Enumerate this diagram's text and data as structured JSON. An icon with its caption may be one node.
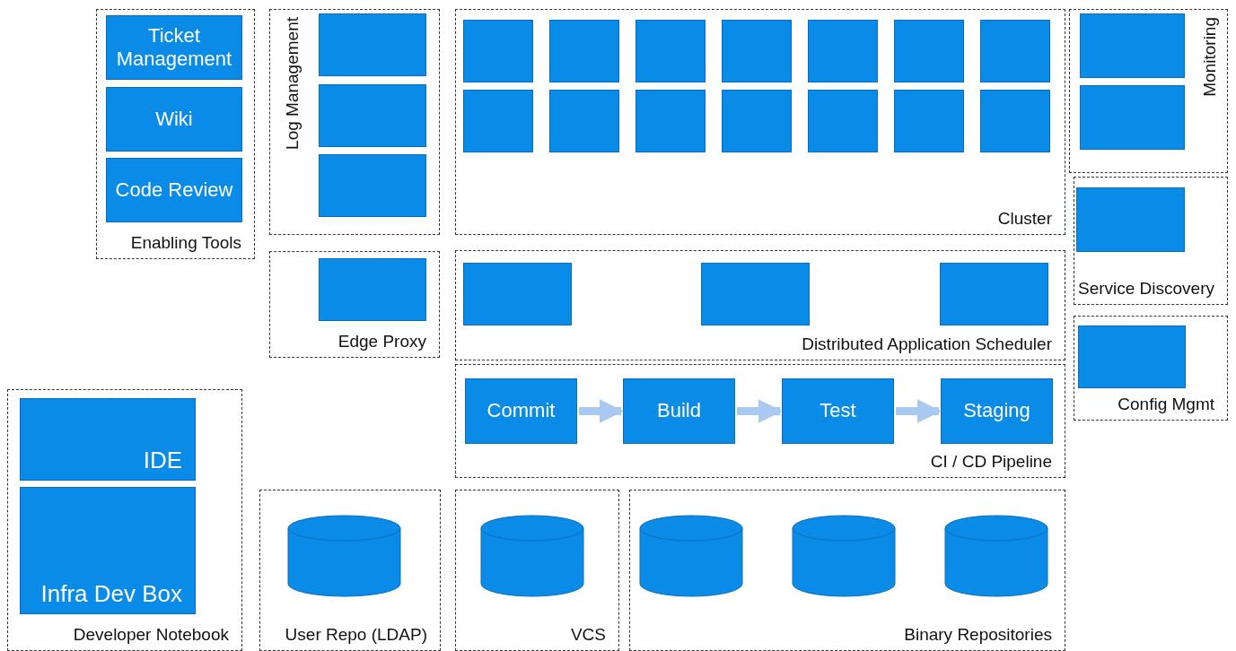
{
  "diagram": {
    "nodes": [
      {
        "text": [
          "Enabling Tools"
        ]
      },
      {
        "text": [
          "Ticket Management"
        ],
        "in": 0
      },
      {
        "text": [
          "Wiki"
        ],
        "in": 0
      },
      {
        "text": [
          "Code Review"
        ],
        "in": 0
      },
      {
        "text": [
          "Log Management"
        ]
      },
      {
        "text": [],
        "shape": "box",
        "in": 4
      },
      {
        "text": [],
        "shape": "box",
        "in": 4
      },
      {
        "text": [],
        "shape": "box",
        "in": 4
      },
      {
        "text": [
          "Cluster"
        ]
      },
      {
        "text": [],
        "shape": "box",
        "in": 8
      },
      {
        "text": [],
        "shape": "box",
        "in": 8
      },
      {
        "text": [],
        "shape": "box",
        "in": 8
      },
      {
        "text": [],
        "shape": "box",
        "in": 8
      },
      {
        "text": [],
        "shape": "box",
        "in": 8
      },
      {
        "text": [],
        "shape": "box",
        "in": 8
      },
      {
        "text": [],
        "shape": "box",
        "in": 8
      },
      {
        "text": [],
        "shape": "box",
        "in": 8
      },
      {
        "text": [],
        "shape": "box",
        "in": 8
      },
      {
        "text": [],
        "shape": "box",
        "in": 8
      },
      {
        "text": [],
        "shape": "box",
        "in": 8
      },
      {
        "text": [],
        "shape": "box",
        "in": 8
      },
      {
        "text": [],
        "shape": "box",
        "in": 8
      },
      {
        "text": [],
        "shape": "box",
        "in": 8
      },
      {
        "text": [
          "Monitoring"
        ]
      },
      {
        "text": [],
        "shape": "box",
        "in": 23
      },
      {
        "text": [],
        "shape": "box",
        "in": 23
      },
      {
        "text": [
          "Service Discovery"
        ]
      },
      {
        "text": [],
        "shape": "box",
        "in": 26
      },
      {
        "text": [
          "Edge Proxy"
        ]
      },
      {
        "text": [],
        "shape": "box",
        "in": 28
      },
      {
        "text": [
          "Distributed Application Scheduler"
        ]
      },
      {
        "text": [],
        "shape": "box",
        "in": 30
      },
      {
        "text": [],
        "shape": "box",
        "in": 30
      },
      {
        "text": [],
        "shape": "box",
        "in": 30
      },
      {
        "text": [
          "Config Mgmt"
        ]
      },
      {
        "text": [],
        "shape": "box",
        "in": 34
      },
      {
        "text": [
          "CI / CD Pipeline"
        ]
      },
      {
        "text": [
          "Commit"
        ],
        "in": 36
      },
      {
        "text": [
          "Build"
        ],
        "in": 36
      },
      {
        "text": [
          "Test"
        ],
        "in": 36
      },
      {
        "text": [
          "Staging"
        ],
        "in": 36
      },
      {
        "text": [
          "Developer Notebook"
        ]
      },
      {
        "text": [
          "IDE"
        ],
        "in": 41
      },
      {
        "text": [
          "Infra Dev Box"
        ],
        "in": 41
      },
      {
        "text": [
          "User Repo (LDAP)"
        ]
      },
      {
        "text": [],
        "shape": "cylinder",
        "in": 44
      },
      {
        "text": [
          "VCS"
        ]
      },
      {
        "text": [],
        "shape": "cylinder",
        "in": 46
      },
      {
        "text": [
          "Binary Repositories"
        ]
      },
      {
        "text": [],
        "shape": "cylinder",
        "in": 48
      },
      {
        "text": [],
        "shape": "cylinder",
        "in": 48
      },
      {
        "text": [],
        "shape": "cylinder",
        "in": 48
      }
    ],
    "edges": [
      {
        "from": 37,
        "to": 38,
        "arrow": "to"
      },
      {
        "from": 38,
        "to": 39,
        "arrow": "to"
      },
      {
        "from": 39,
        "to": 40,
        "arrow": "to"
      }
    ]
  }
}
